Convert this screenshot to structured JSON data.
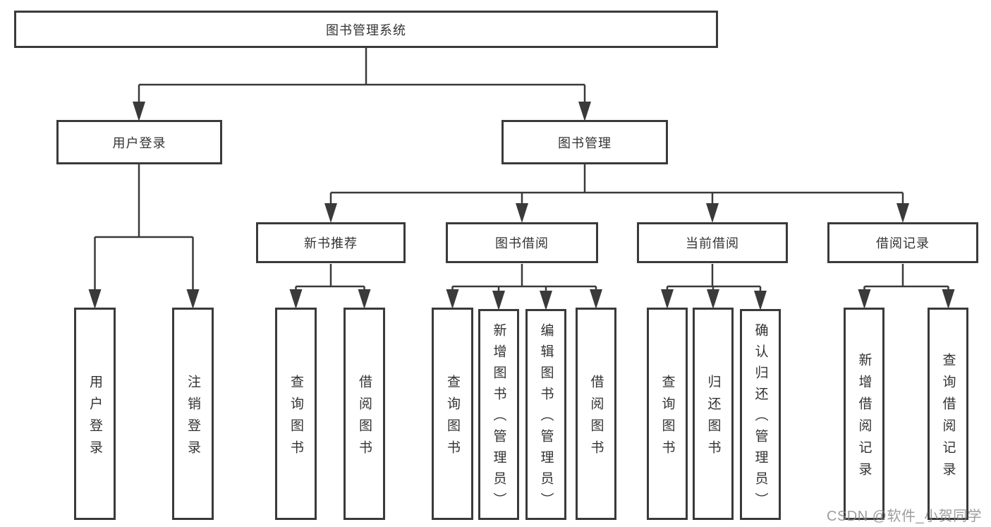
{
  "tree": {
    "label": "图书管理系统",
    "children": [
      {
        "label": "用户登录",
        "children": [
          {
            "label": "用户登录"
          },
          {
            "label": "注销登录"
          }
        ]
      },
      {
        "label": "图书管理",
        "children": [
          {
            "label": "新书推荐",
            "children": [
              {
                "label": "查询图书"
              },
              {
                "label": "借阅图书"
              }
            ]
          },
          {
            "label": "图书借阅",
            "children": [
              {
                "label": "查询图书"
              },
              {
                "label": "新增图书（管理员）"
              },
              {
                "label": "编辑图书（管理员）"
              },
              {
                "label": "借阅图书"
              }
            ]
          },
          {
            "label": "当前借阅",
            "children": [
              {
                "label": "查询图书"
              },
              {
                "label": "归还图书"
              },
              {
                "label": "确认归还（管理员）"
              }
            ]
          },
          {
            "label": "借阅记录",
            "children": [
              {
                "label": "新增借阅记录"
              },
              {
                "label": "查询借阅记录"
              }
            ]
          }
        ]
      }
    ]
  },
  "watermark": {
    "text": "CSDN @软件_小贺同学"
  },
  "colors": {
    "line": "#3a3a3a",
    "text": "#333333",
    "box_fill": "#ffffff",
    "watermark": "#878787"
  }
}
